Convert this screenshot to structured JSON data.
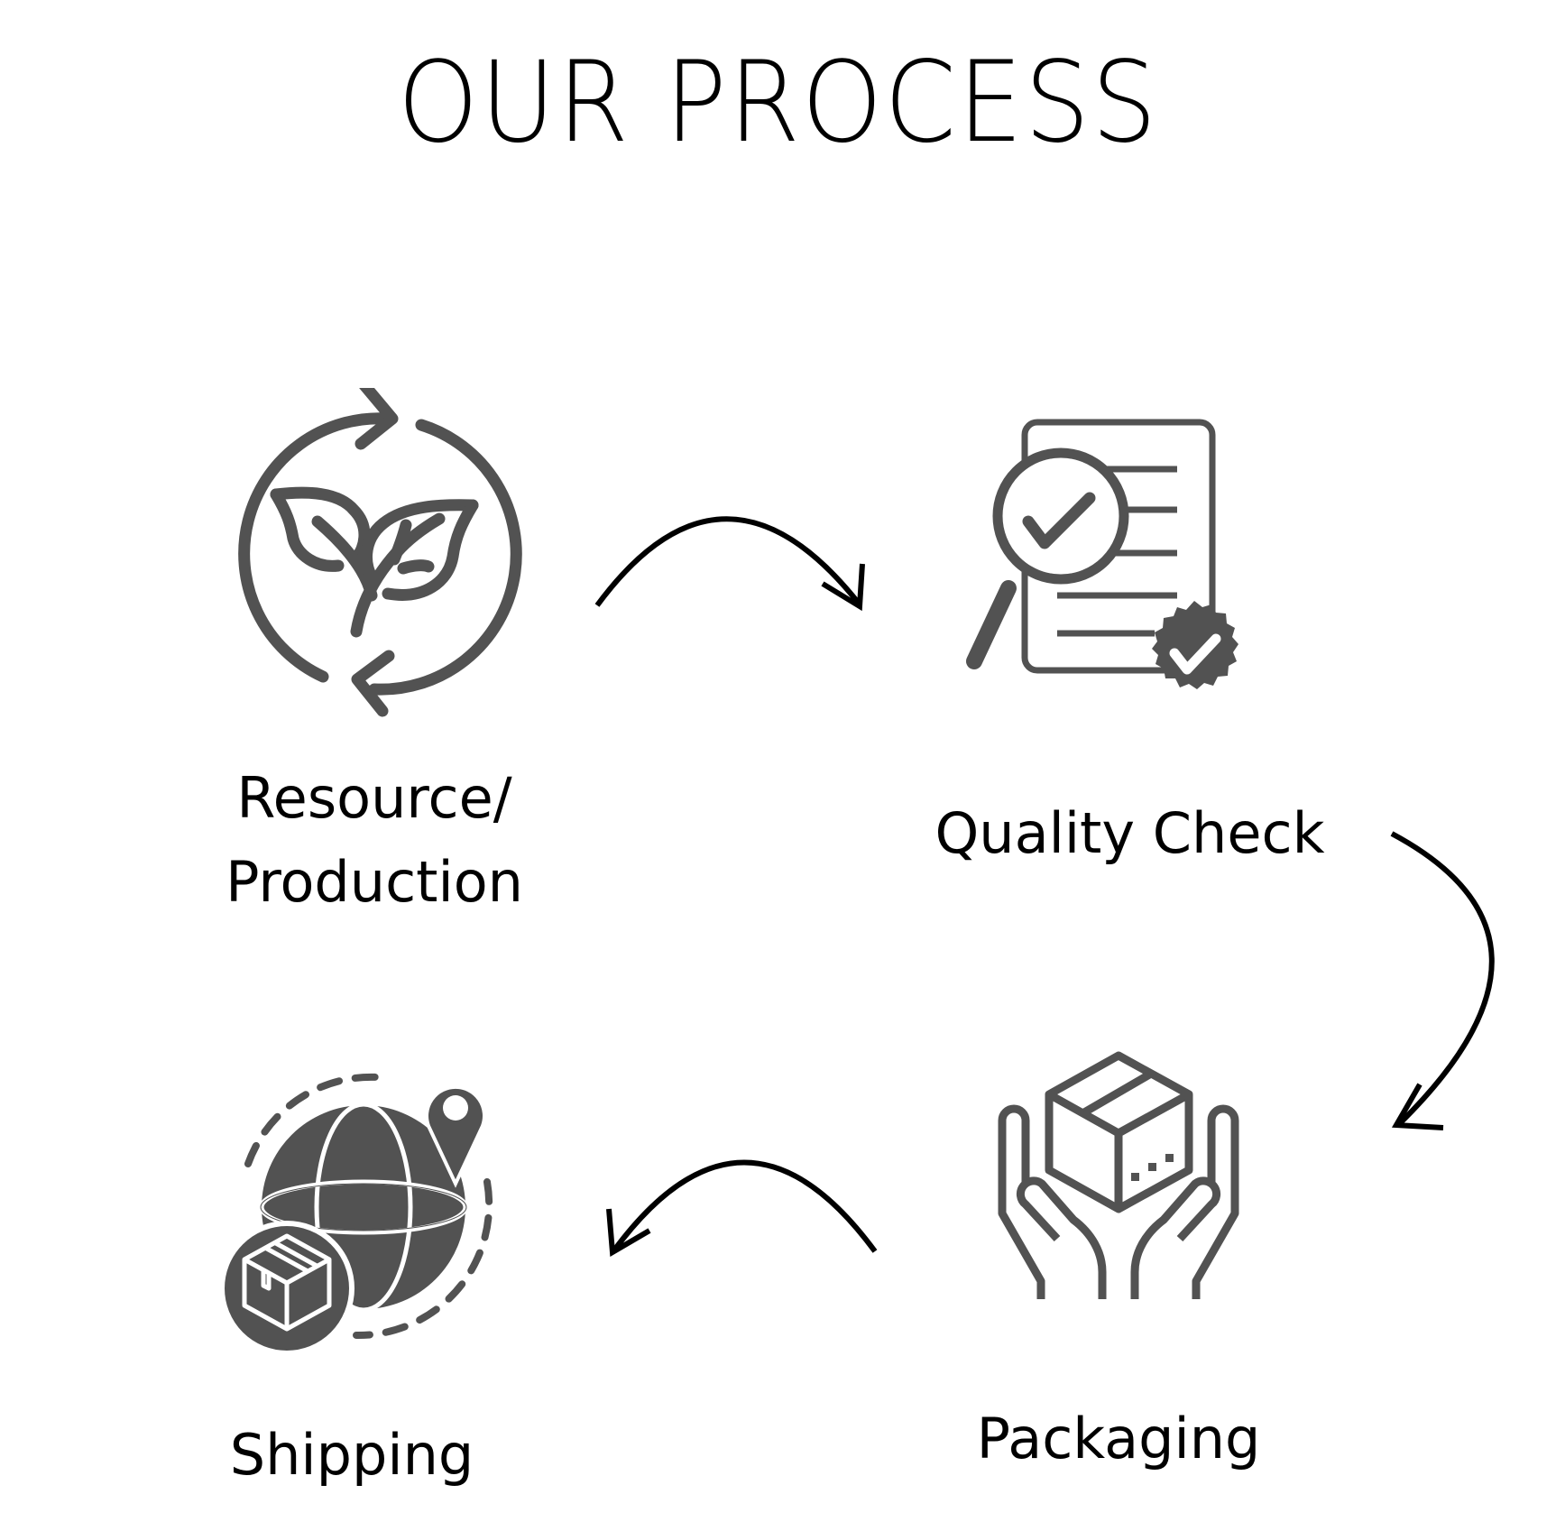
{
  "title": "OUR PROCESS",
  "colors": {
    "icon": "#525252",
    "text": "#000000",
    "arrow": "#000000",
    "background": "#ffffff"
  },
  "steps": [
    {
      "order": 1,
      "label_line1": "Resource/",
      "label_line2": "Production",
      "icon": "leaf-recycle-icon"
    },
    {
      "order": 2,
      "label": "Quality Check",
      "icon": "document-magnifier-check-icon"
    },
    {
      "order": 3,
      "label": "Packaging",
      "icon": "hands-holding-box-icon"
    },
    {
      "order": 4,
      "label": "Shipping",
      "icon": "globe-location-box-icon"
    }
  ],
  "connectors": [
    {
      "from": "Resource/Production",
      "to": "Quality Check",
      "icon": "curved-arrow-right-icon"
    },
    {
      "from": "Quality Check",
      "to": "Packaging",
      "icon": "curved-arrow-down-icon"
    },
    {
      "from": "Packaging",
      "to": "Shipping",
      "icon": "curved-arrow-left-icon"
    }
  ]
}
